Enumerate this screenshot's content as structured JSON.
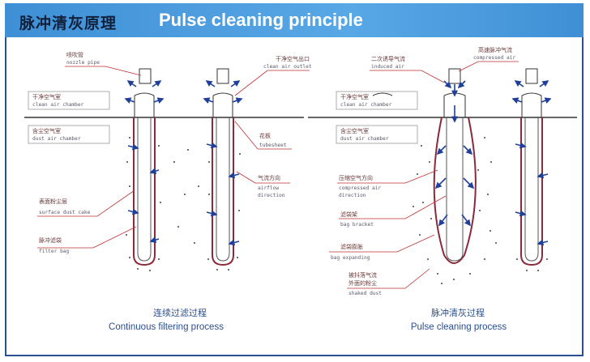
{
  "header": {
    "title_cn": "脉冲清灰原理",
    "title_en": "Pulse cleaning principle"
  },
  "left": {
    "nozzle_cn": "喷吹管",
    "nozzle_en": "nozzle pipe",
    "outlet_cn": "干净空气出口",
    "outlet_en": "clean air outlet",
    "clean_chamber_cn": "干净空气室",
    "clean_chamber_en": "clean air chamber",
    "dust_chamber_cn": "含尘空气室",
    "dust_chamber_en": "dust air chamber",
    "tubesheet_cn": "花板",
    "tubesheet_en": "tubesheet",
    "airflow_cn": "气流方向",
    "airflow_en1": "airflow",
    "airflow_en2": "direction",
    "cake_cn": "表面粉尘层",
    "cake_en": "surface dust cake",
    "bag_cn": "脉冲滤袋",
    "bag_en": "filter bag",
    "caption_cn": "连续过滤过程",
    "caption_en": "Continuous filtering process"
  },
  "right": {
    "induced_cn": "二次诱导气流",
    "induced_en": "induced air",
    "compressed_cn": "高速脉冲气流",
    "compressed_en": "compressed air",
    "clean_chamber_cn": "干净空气室",
    "clean_chamber_en": "clean air chamber",
    "dust_chamber_cn": "含尘空气室",
    "dust_chamber_en": "dust air chamber",
    "comp_dir_cn": "压缩空气方向",
    "comp_dir_en1": "compressed air",
    "comp_dir_en2": "direction",
    "bracket_cn": "滤袋架",
    "bracket_en": "bag bracket",
    "expand_cn": "滤袋膨胀",
    "expand_en": "bag expanding",
    "shaked_cn1": "被抖落气流",
    "shaked_cn2": "外面的粉尘",
    "shaked_en": "shaked dust",
    "caption_cn": "脉冲清灰过程",
    "caption_en": "Pulse cleaning process"
  },
  "colors": {
    "accent": "#2a4f8f",
    "title_bar": "#4a9ae0",
    "leader_line": "#c03030",
    "bag_outline": "#8a2a3a",
    "arrow": "#1f3f9a"
  }
}
